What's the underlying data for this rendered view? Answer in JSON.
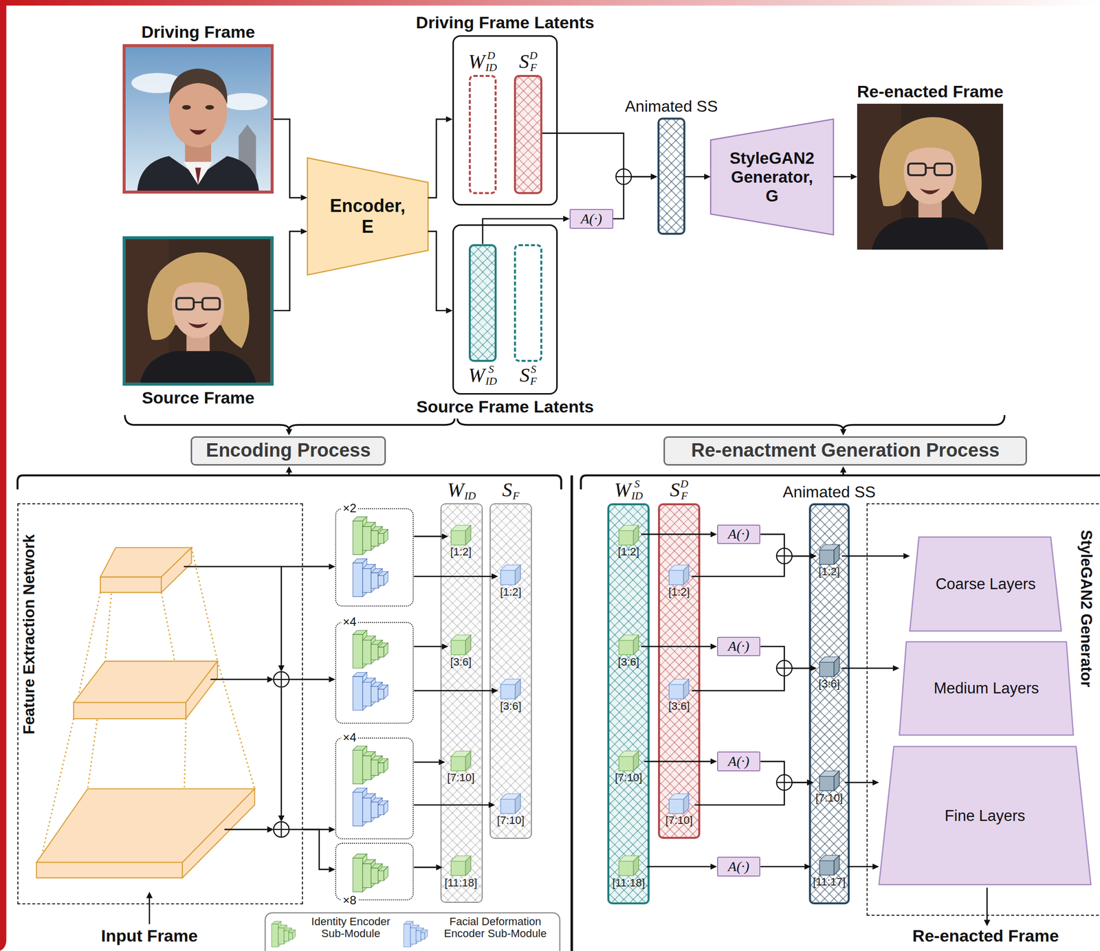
{
  "diagram": {
    "nodes": [
      {
        "text": [
          "Driving Frame"
        ]
      },
      {
        "text": [
          "Source Frame"
        ]
      },
      {
        "text": [
          "Encoder, E"
        ]
      },
      {
        "text": [
          "Driving Frame Latents"
        ]
      },
      {
        "text": [
          "W",
          "ID",
          "D"
        ],
        "in": 3
      },
      {
        "text": [
          "S",
          "F",
          "D"
        ],
        "in": 3
      },
      {
        "text": [
          "Source Frame Latents"
        ]
      },
      {
        "text": [
          "W",
          "ID",
          "S"
        ],
        "in": 6
      },
      {
        "text": [
          "S",
          "F",
          "S"
        ],
        "in": 6
      },
      {
        "text": [
          "A(·)"
        ]
      },
      {
        "text": [
          "Animated SS"
        ]
      },
      {
        "text": [
          "StyleGAN2 Generator, G"
        ]
      },
      {
        "text": [
          "Re-enacted Frame"
        ]
      },
      {
        "text": [
          "Encoding Process"
        ]
      },
      {
        "text": [
          "Re-enactment Generation Process"
        ]
      },
      {
        "text": [
          "Feature Extraction Network"
        ]
      },
      {
        "text": [
          "×2"
        ]
      },
      {
        "text": [
          "×4"
        ]
      },
      {
        "text": [
          "×4"
        ]
      },
      {
        "text": [
          "×8"
        ]
      },
      {
        "text": [
          "W",
          "ID"
        ]
      },
      {
        "text": [
          "[1:2]"
        ],
        "in": 20
      },
      {
        "text": [
          "[3:6]"
        ],
        "in": 20
      },
      {
        "text": [
          "[7:10]"
        ],
        "in": 20
      },
      {
        "text": [
          "[11:18]"
        ],
        "in": 20
      },
      {
        "text": [
          "S",
          "F"
        ]
      },
      {
        "text": [
          "[1:2]"
        ],
        "in": 25
      },
      {
        "text": [
          "[3:6]"
        ],
        "in": 25
      },
      {
        "text": [
          "[7:10]"
        ],
        "in": 25
      },
      {
        "text": [
          "W",
          "ID",
          "S"
        ]
      },
      {
        "text": [
          "[1:2]"
        ],
        "in": 29
      },
      {
        "text": [
          "[3:6]"
        ],
        "in": 29
      },
      {
        "text": [
          "[7:10]"
        ],
        "in": 29
      },
      {
        "text": [
          "[11:18]"
        ],
        "in": 29
      },
      {
        "text": [
          "S",
          "F",
          "D"
        ]
      },
      {
        "text": [
          "[1:2]"
        ],
        "in": 34
      },
      {
        "text": [
          "[3:6]"
        ],
        "in": 34
      },
      {
        "text": [
          "[7:10]"
        ],
        "in": 34
      },
      {
        "text": [
          "A(·)"
        ]
      },
      {
        "text": [
          "A(·)"
        ]
      },
      {
        "text": [
          "A(·)"
        ]
      },
      {
        "text": [
          "A(·)"
        ]
      },
      {
        "text": [
          "Animated SS"
        ]
      },
      {
        "text": [
          "[1:2]"
        ],
        "in": 42
      },
      {
        "text": [
          "[3:6]"
        ],
        "in": 42
      },
      {
        "text": [
          "[7:10]"
        ],
        "in": 42
      },
      {
        "text": [
          "[11:17]"
        ],
        "in": 42
      },
      {
        "text": [
          "StyleGAN2 Generator"
        ]
      },
      {
        "text": [
          "Coarse Layers"
        ],
        "in": 47
      },
      {
        "text": [
          "Medium Layers"
        ],
        "in": 47
      },
      {
        "text": [
          "Fine Layers"
        ],
        "in": 47
      }
    ],
    "edges": [
      {
        "from": 0,
        "to": 2,
        "arrow": "to"
      },
      {
        "from": 1,
        "to": 2,
        "arrow": "to"
      },
      {
        "from": 2,
        "to": 3,
        "arrow": "to"
      },
      {
        "from": 2,
        "to": 6,
        "arrow": "to"
      },
      {
        "from": 5,
        "to": 10,
        "arrow": "to"
      },
      {
        "from": 7,
        "to": 9,
        "arrow": "to"
      },
      {
        "from": 9,
        "to": 10,
        "arrow": "to"
      },
      {
        "from": 10,
        "to": 11,
        "arrow": "to"
      },
      {
        "from": 11,
        "to": 12,
        "arrow": "to"
      },
      {
        "from": 15,
        "to": 16,
        "arrow": "to"
      },
      {
        "from": 15,
        "to": 17,
        "arrow": "to"
      },
      {
        "from": 15,
        "to": 18,
        "arrow": "to"
      },
      {
        "from": 15,
        "to": 19,
        "arrow": "to"
      },
      {
        "from": 16,
        "to": 21,
        "arrow": "to"
      },
      {
        "from": 16,
        "to": 26,
        "arrow": "to"
      },
      {
        "from": 17,
        "to": 22,
        "arrow": "to"
      },
      {
        "from": 17,
        "to": 27,
        "arrow": "to"
      },
      {
        "from": 18,
        "to": 23,
        "arrow": "to"
      },
      {
        "from": 18,
        "to": 28,
        "arrow": "to"
      },
      {
        "from": 19,
        "to": 24,
        "arrow": "to"
      },
      {
        "from": 30,
        "to": 38,
        "arrow": "to"
      },
      {
        "from": 31,
        "to": 39,
        "arrow": "to"
      },
      {
        "from": 32,
        "to": 40,
        "arrow": "to"
      },
      {
        "from": 33,
        "to": 41,
        "arrow": "to"
      },
      {
        "from": 38,
        "to": 43,
        "arrow": "to"
      },
      {
        "from": 39,
        "to": 44,
        "arrow": "to"
      },
      {
        "from": 40,
        "to": 45,
        "arrow": "to"
      },
      {
        "from": 41,
        "to": 46,
        "arrow": "to"
      },
      {
        "from": 35,
        "to": 43,
        "arrow": "to"
      },
      {
        "from": 36,
        "to": 44,
        "arrow": "to"
      },
      {
        "from": 37,
        "to": 45,
        "arrow": "to"
      },
      {
        "from": 43,
        "to": 48,
        "arrow": "to"
      },
      {
        "from": 44,
        "to": 49,
        "arrow": "to"
      },
      {
        "from": 45,
        "to": 50,
        "arrow": "to"
      },
      {
        "from": 46,
        "to": 50,
        "arrow": "to"
      }
    ],
    "labels": [
      "Input Frame",
      "Re-enacted Frame"
    ],
    "legend": [
      {
        "text": "Identity Encoder Sub-Module",
        "color": "#c4e6ad"
      },
      {
        "text": "Facial Deformation Encoder Sub-Module",
        "color": "#c9dcf8"
      }
    ]
  }
}
